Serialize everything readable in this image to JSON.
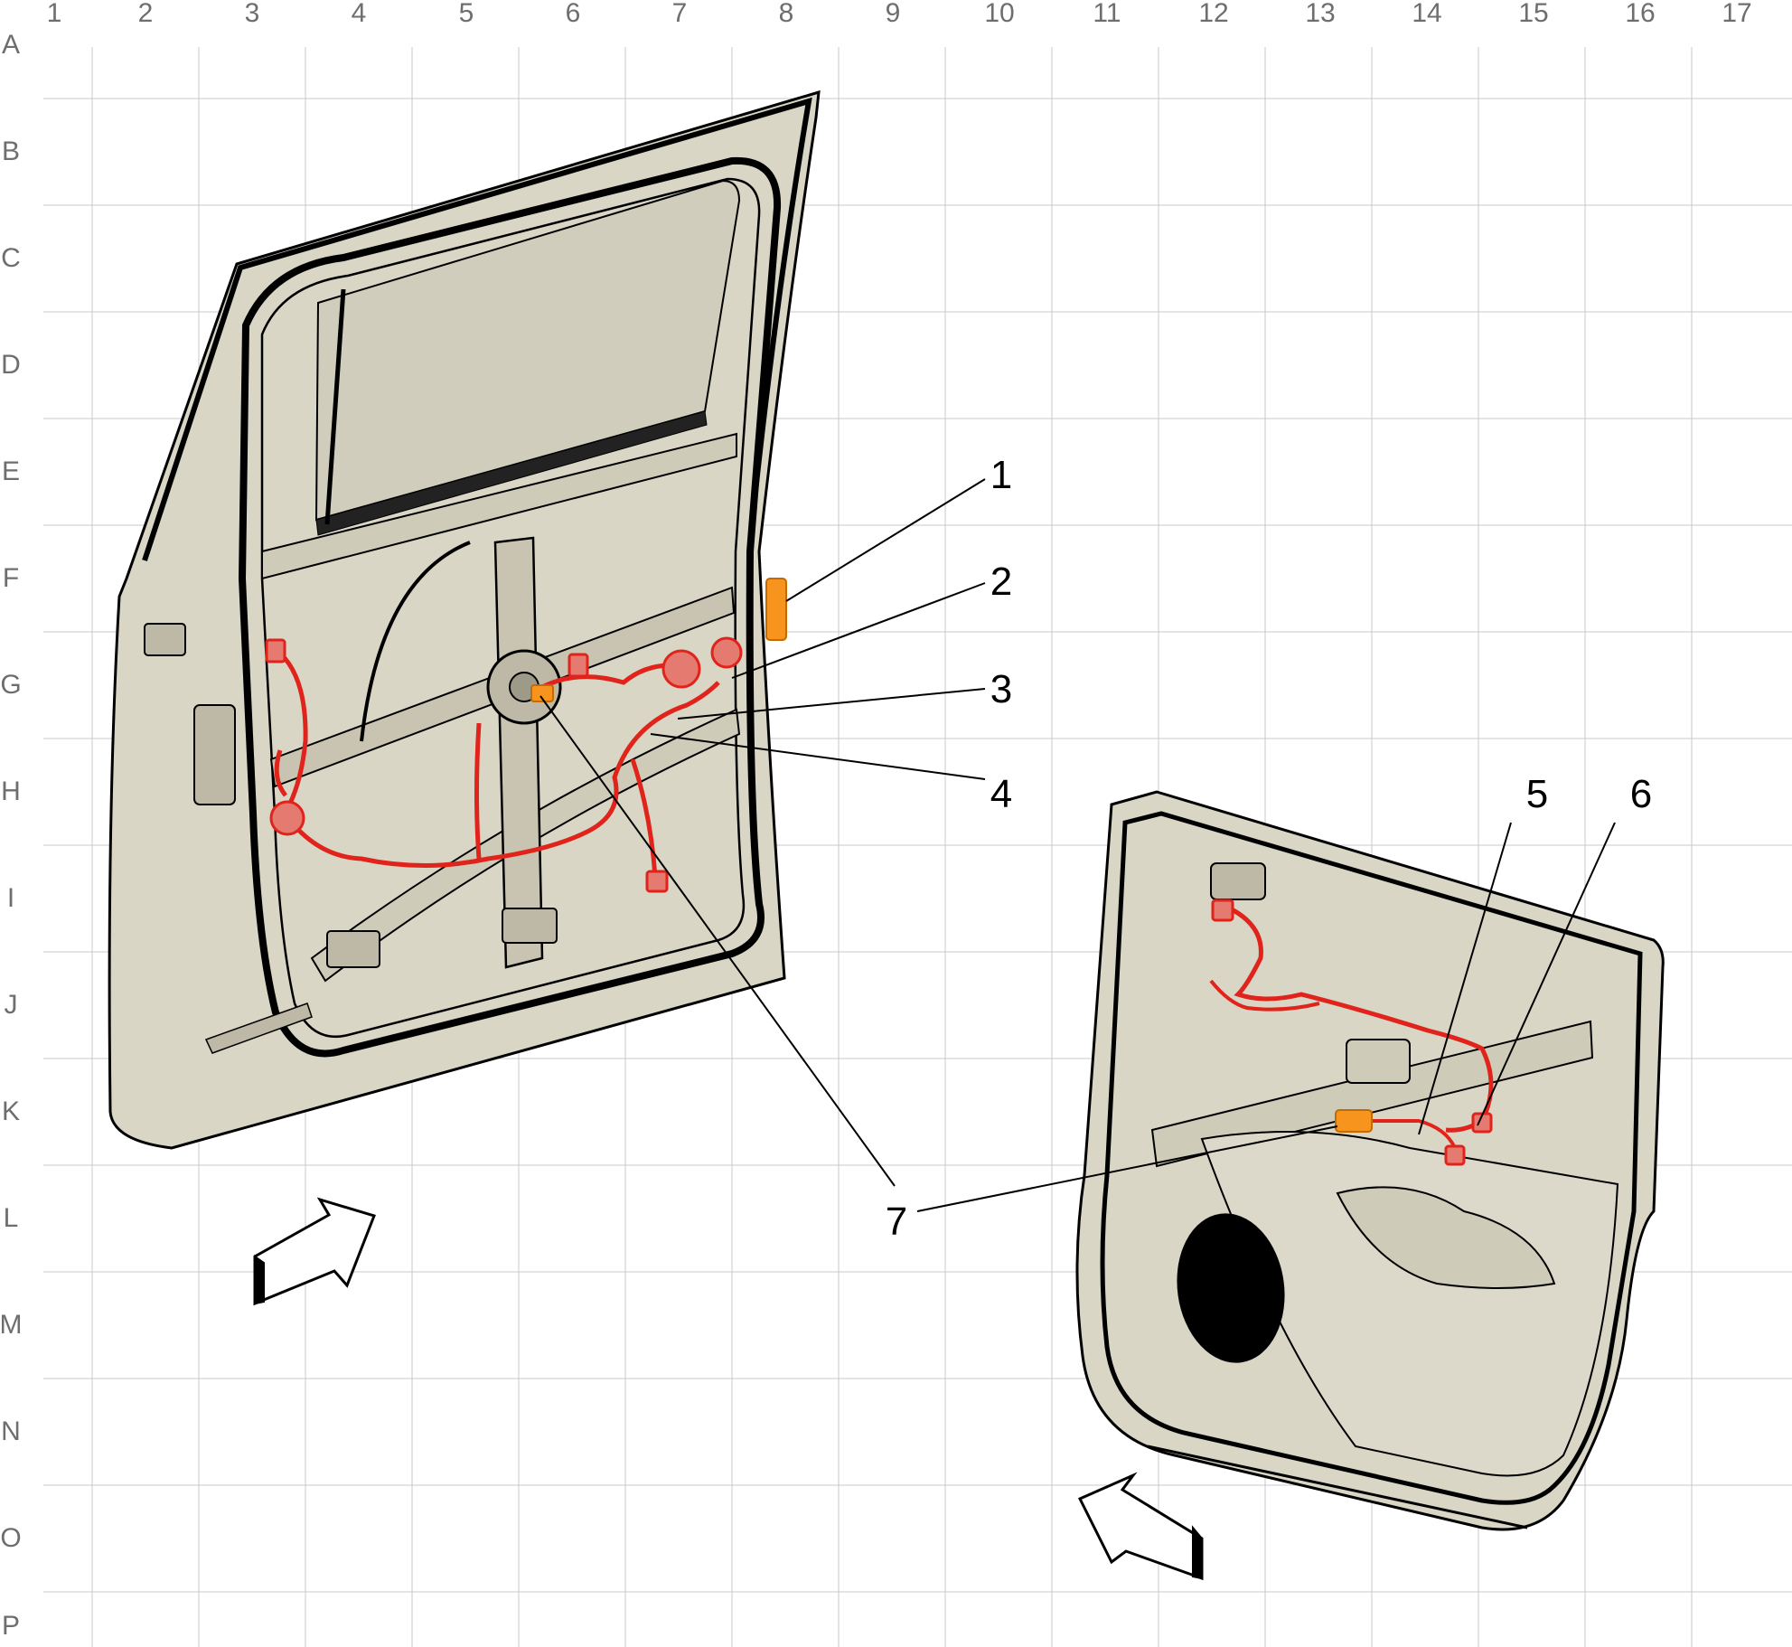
{
  "grid": {
    "columns": [
      "1",
      "2",
      "3",
      "4",
      "5",
      "6",
      "7",
      "8",
      "9",
      "10",
      "11",
      "12",
      "13",
      "14",
      "15",
      "16",
      "17"
    ],
    "rows": [
      "A",
      "B",
      "C",
      "D",
      "E",
      "F",
      "G",
      "H",
      "I",
      "J",
      "K",
      "L",
      "M",
      "N",
      "O",
      "P"
    ]
  },
  "callouts": [
    {
      "number": "1"
    },
    {
      "number": "2"
    },
    {
      "number": "3"
    },
    {
      "number": "4"
    },
    {
      "number": "5"
    },
    {
      "number": "6"
    },
    {
      "number": "7"
    }
  ],
  "colors": {
    "grid_line": "#c8c8c8",
    "grid_label": "#6e6e6e",
    "part_fill": "#d9d6c6",
    "outline": "#000000",
    "harness": "#e0231b",
    "connector": "#f7941d",
    "speaker": "#000000"
  },
  "icons": {
    "left_arrow": "view-direction-arrow-icon",
    "right_arrow": "view-direction-arrow-icon"
  }
}
